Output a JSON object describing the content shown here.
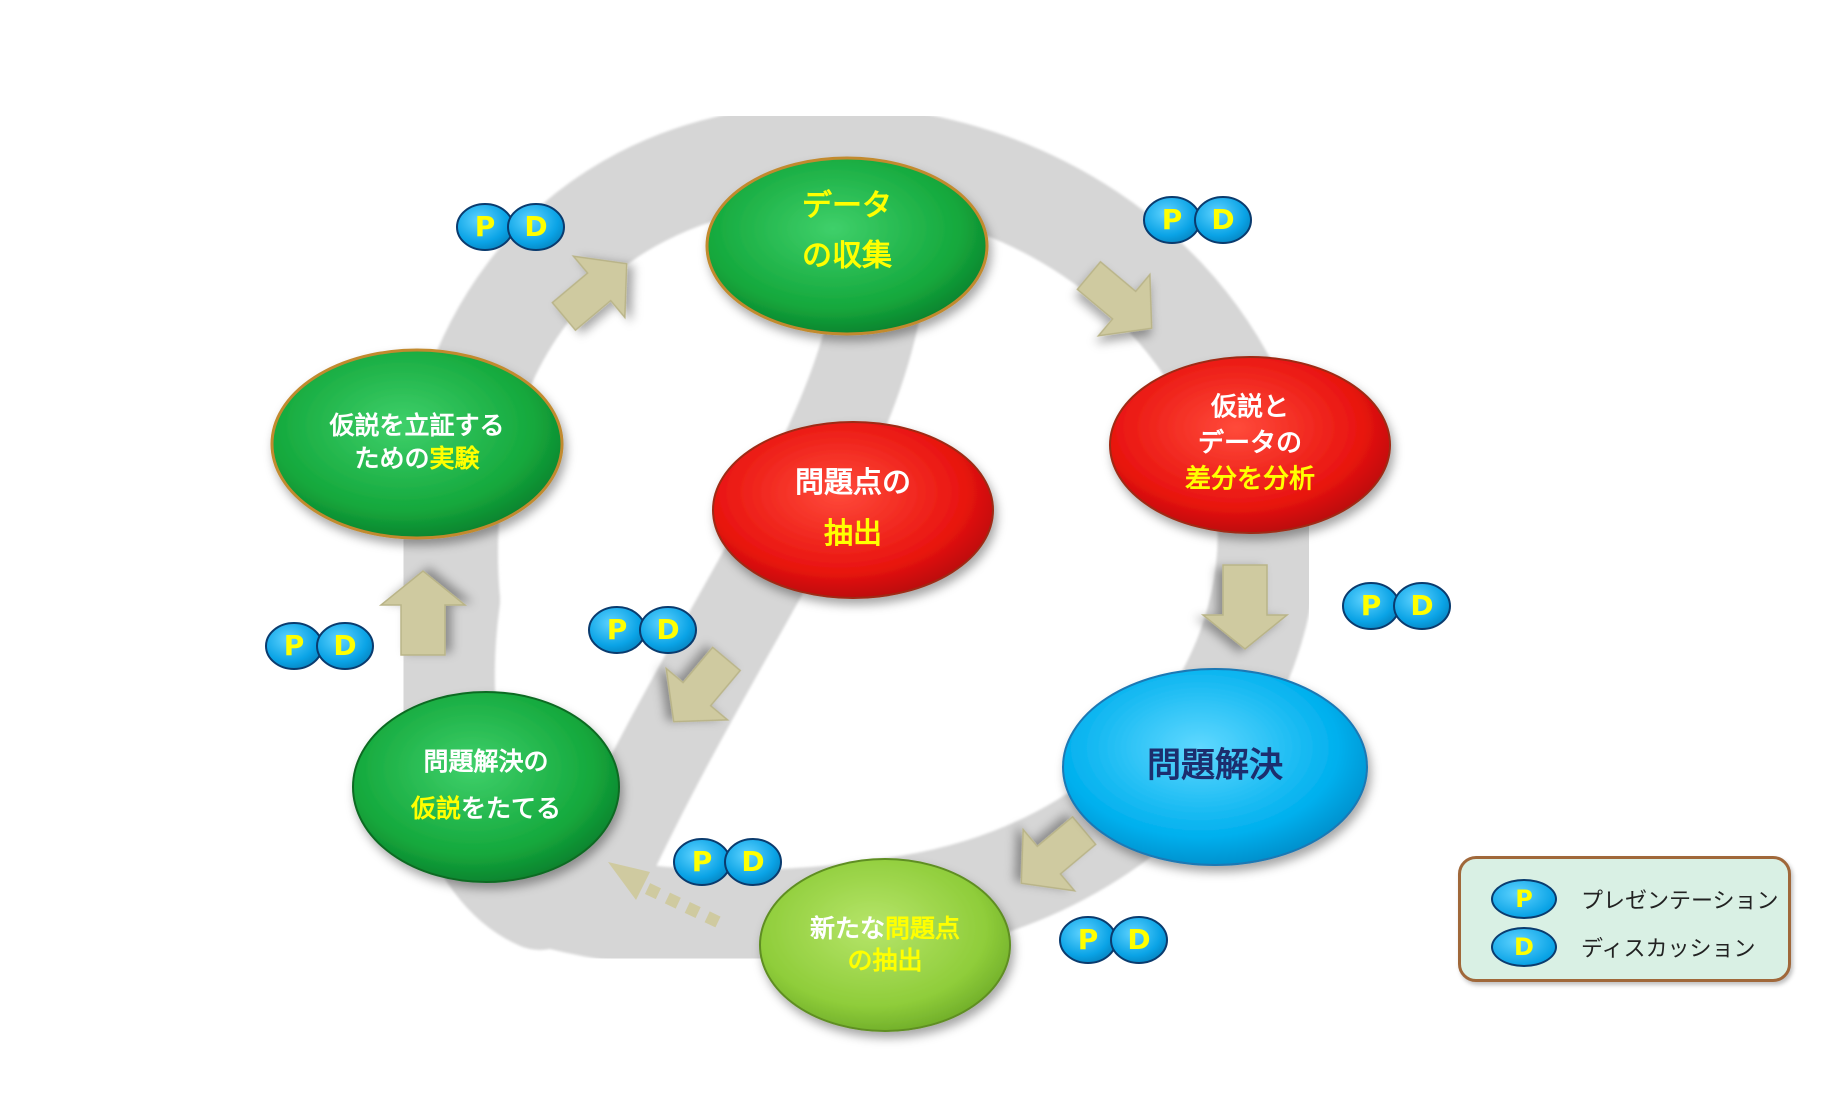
{
  "nodes": {
    "data_collection": {
      "line1": "データ",
      "line2": "の収集"
    },
    "difference_analysis": {
      "line1": "仮説と",
      "line2": "データの",
      "line3": "差分を分析"
    },
    "problem_solving": {
      "line1": "問題解決"
    },
    "new_problem_extraction": {
      "line1_a": "新たな",
      "line1_b": "問題点",
      "line2": "の抽出"
    },
    "hypothesis_formation": {
      "line1": "問題解決の",
      "line2_a": "仮説",
      "line2_b": "をたてる"
    },
    "verification_experiment": {
      "line1": "仮説を立証する",
      "line2_a": "ための",
      "line2_b": "実験"
    },
    "problem_extraction": {
      "line1": "問題点の",
      "line2": "抽出"
    }
  },
  "badges": {
    "p": "P",
    "d": "D"
  },
  "legend": [
    {
      "letter": "P",
      "label": "プレゼンテーション"
    },
    {
      "letter": "D",
      "label": "ディスカッション"
    }
  ],
  "colors": {
    "green_node": "#14a83c",
    "red_node": "#e8130f",
    "blue_node": "#00b0ee",
    "light_green_node": "#8fcd3a",
    "path_gray": "#d6d6d6",
    "arrow": "#cfcaa0",
    "badge_blue": "#0aa3e6",
    "highlight_yellow": "#ffff00"
  }
}
